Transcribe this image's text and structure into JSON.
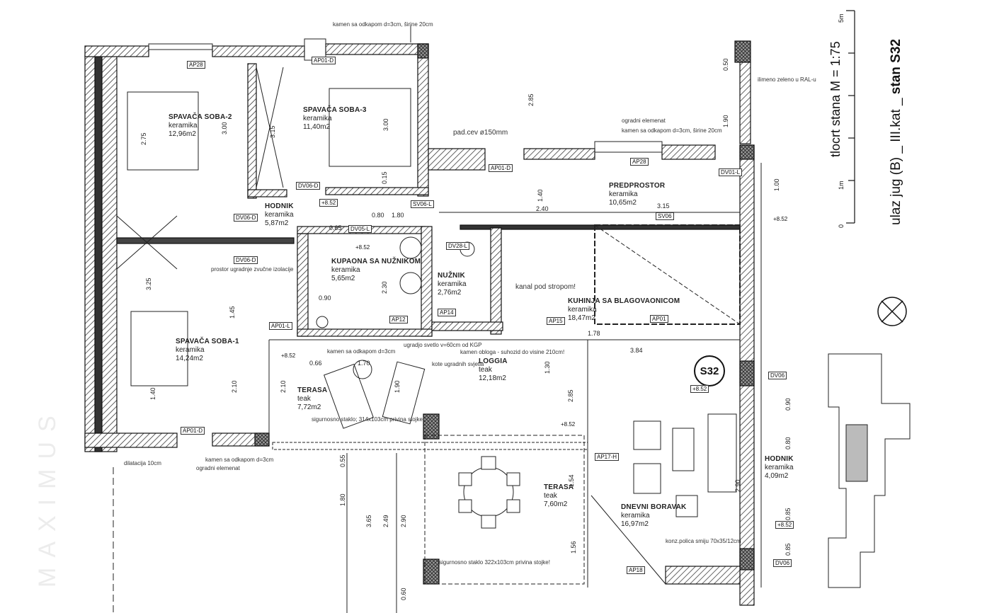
{
  "title": {
    "drawing": "tlocrt stana  M = 1:75",
    "location": "ulaz jug (B) _ III.kat _ ",
    "unit": "stan S32",
    "scale_labels": [
      "0",
      "1m",
      "5m"
    ]
  },
  "watermark": "MAXIMUS",
  "unit_badge": "S32",
  "rooms": [
    {
      "name": "SPAVAČA SOBA-2",
      "finish": "keramika",
      "area": "12,96m2"
    },
    {
      "name": "SPAVAČA SOBA-3",
      "finish": "keramika",
      "area": "11,40m2"
    },
    {
      "name": "PREDPROSTOR",
      "finish": "keramika",
      "area": "10,65m2"
    },
    {
      "name": "HODNIK",
      "finish": "keramika",
      "area": "5,87m2"
    },
    {
      "name": "KUPAONA SA NUŽNIKOM",
      "finish": "keramika",
      "area": "5,65m2"
    },
    {
      "name": "NUŽNIK",
      "finish": "keramika",
      "area": "2,76m2"
    },
    {
      "name": "KUHINJA SA BLAGOVAONICOM",
      "finish": "keramika",
      "area": "18,47m2"
    },
    {
      "name": "SPAVAČA SOBA-1",
      "finish": "keramika",
      "area": "14,24m2"
    },
    {
      "name": "TERASA",
      "finish": "teak",
      "area": "7,72m2"
    },
    {
      "name": "LOGGIA",
      "finish": "teak",
      "area": "12,18m2"
    },
    {
      "name": "TERASA",
      "finish": "teak",
      "area": "7,60m2"
    },
    {
      "name": "DNEVNI BORAVAK",
      "finish": "keramika",
      "area": "16,97m2"
    },
    {
      "name": "HODNIK",
      "finish": "keramika",
      "area": "4,09m2"
    }
  ],
  "notes": {
    "stone_top": "kamen sa odkapom d=3cm, širine 20cm",
    "stone_mid": "kamen sa odkapom d=3cm, širine 20cm",
    "fence_mid": "ogradni elemenat",
    "pipe": "pad.cev ø150mm",
    "dilatation": "dilatacija 10cm",
    "stone_bottom": "kamen sa odkapom d=3cm",
    "fence_bottom": "ogradni elemenat",
    "stone_loggia": "kamen sa odkapom d=3cm",
    "light": "ugradjo svetlo v=60cm od KGP",
    "parapet": "kamen obloga - suhozid do visine 210cm!",
    "light_heights": "kote ugradnih svjetla",
    "glass1": "sigurnosno staklo; 314x103cm privina stojke!",
    "glass2": "sigurnosno staklo 322x103cm privina stojke!",
    "under_ceiling": "kanal pod stropom!",
    "shelf": "konz.polica smiju 70x35/12cm",
    "painted": "ilimeno zeleno u RAL-u",
    "wardrobe": "prostor ugradnje zvučne izolacije"
  },
  "elevations": [
    "+8.52",
    "+8.52",
    "+8.52",
    "+8.52",
    "+8.52",
    "+8.52",
    "+8.52"
  ],
  "tags": [
    "AP28",
    "AP01-D",
    "AP01-D",
    "AP01-D",
    "AP28",
    "AP01-L",
    "DV06-D",
    "DV06-D",
    "DV06-D",
    "DV05-L",
    "SV06-L",
    "SV06",
    "DV01-L",
    "DV28-L",
    "AP12",
    "AP14",
    "AP15",
    "AP17-H",
    "AP18",
    "DV06",
    "DV06",
    "AP01"
  ],
  "dimensions": [
    "2.75",
    "3.00",
    "3.15",
    "3.00",
    "0.15",
    "0.80",
    "1.80",
    "2.40",
    "3.15",
    "3.25",
    "1.45",
    "2.10",
    "2.10",
    "1.40",
    "0.90",
    "0.65",
    "2.30",
    "1.70",
    "0.66",
    "1.90",
    "1.78",
    "3.84",
    "1.30",
    "2.85",
    "1.54",
    "1.56",
    "2.90",
    "0.90",
    "0.80",
    "0.85",
    "0.85",
    "1.80",
    "3.65",
    "2.49",
    "2.90",
    "0.55",
    "0.60",
    "1.90",
    "2.85",
    "1.40",
    "0.50",
    "1.00"
  ]
}
